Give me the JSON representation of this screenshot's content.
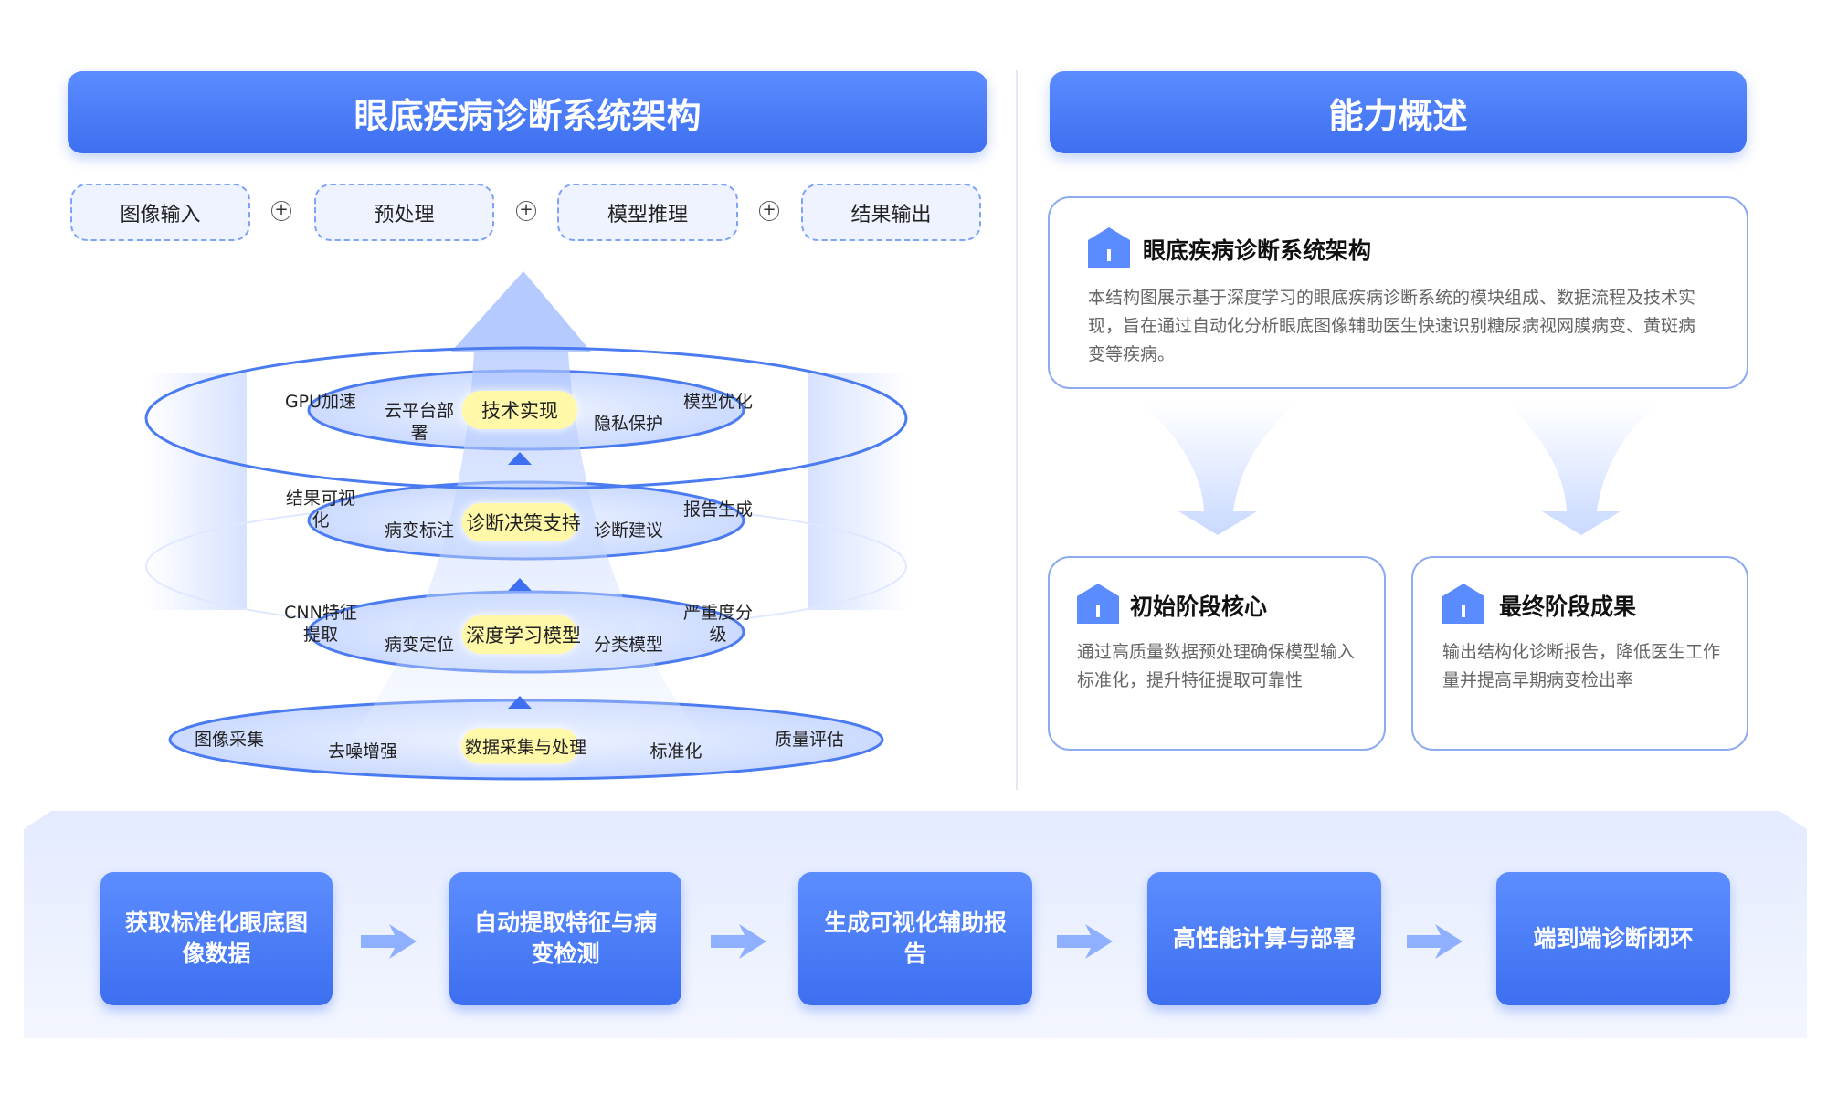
{
  "left": {
    "title": "眼底疾病诊断系统架构",
    "steps": [
      "图像输入",
      "预处理",
      "模型推理",
      "结果输出"
    ],
    "plus": "+",
    "layers": [
      {
        "core": "技术实现",
        "labels": [
          "GPU加速",
          "云平台部署",
          "隐私保护",
          "模型优化"
        ]
      },
      {
        "core": "诊断决策支持",
        "labels": [
          "结果可视化",
          "病变标注",
          "诊断建议",
          "报告生成"
        ]
      },
      {
        "core": "深度学习模型",
        "labels": [
          "CNN特征提取",
          "病变定位",
          "分类模型",
          "严重度分级"
        ]
      },
      {
        "core": "数据采集与处理",
        "labels": [
          "图像采集",
          "去噪增强",
          "标准化",
          "质量评估"
        ]
      }
    ]
  },
  "right": {
    "title": "能力概述",
    "overview": {
      "title": "眼底疾病诊断系统架构",
      "text": "本结构图展示基于深度学习的眼底疾病诊断系统的模块组成、数据流程及技术实现，旨在通过自动化分析眼底图像辅助医生快速识别糖尿病视网膜病变、黄斑病变等疾病。"
    },
    "initial": {
      "title": "初始阶段核心",
      "text": "通过高质量数据预处理确保模型输入标准化，提升特征提取可靠性"
    },
    "final": {
      "title": "最终阶段成果",
      "text": "输出结构化诊断报告，降低医生工作量并提高早期病变检出率"
    }
  },
  "flow": [
    "获取标准化眼底图像数据",
    "自动提取特征与病变检测",
    "生成可视化辅助报告",
    "高性能计算与部署",
    "端到端诊断闭环"
  ],
  "colors": {
    "accent": "#3d6ff0",
    "pill": "#fff8a8"
  }
}
